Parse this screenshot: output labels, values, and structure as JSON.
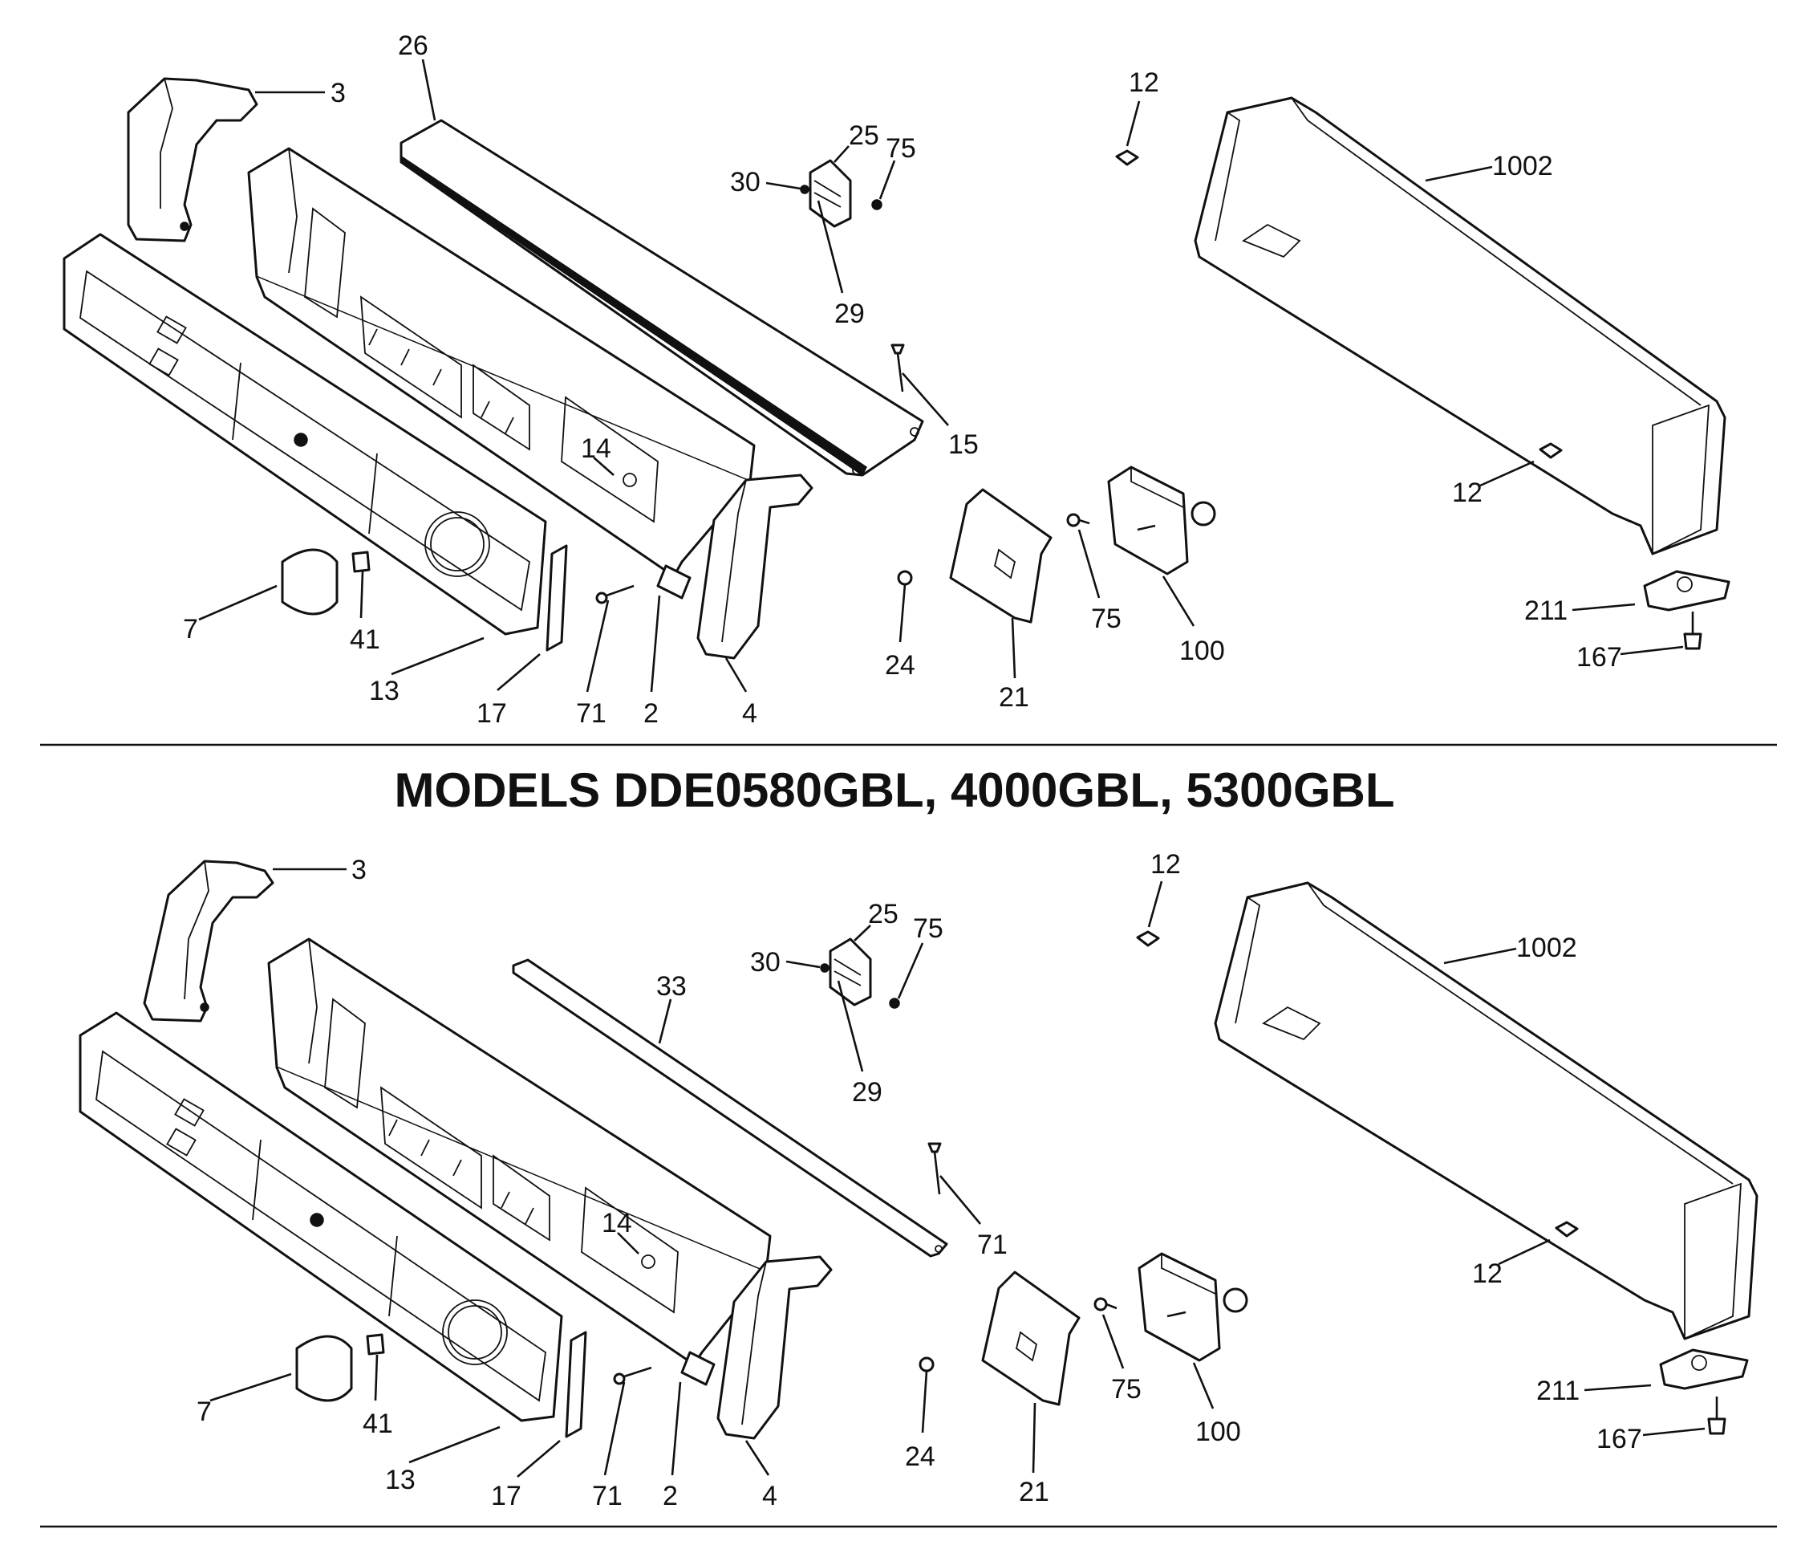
{
  "caption": "MODELS DDE0580GBL, 4000GBL, 5300GBL",
  "top_panel": {
    "labels": {
      "l3": "3",
      "l26": "26",
      "l25": "25",
      "l75a": "75",
      "l30": "30",
      "l29": "29",
      "l12a": "12",
      "l1002": "1002",
      "l15": "15",
      "l14": "14",
      "l12b": "12",
      "l75b": "75",
      "l100": "100",
      "l21": "21",
      "l24": "24",
      "l211": "211",
      "l167": "167",
      "l7": "7",
      "l41": "41",
      "l13": "13",
      "l17": "17",
      "l71": "71",
      "l2": "2",
      "l4": "4"
    }
  },
  "bottom_panel": {
    "labels": {
      "l3": "3",
      "l33": "33",
      "l25": "25",
      "l75a": "75",
      "l30": "30",
      "l29": "29",
      "l12a": "12",
      "l1002": "1002",
      "l71a": "71",
      "l14": "14",
      "l12b": "12",
      "l75b": "75",
      "l100": "100",
      "l21": "21",
      "l24": "24",
      "l211": "211",
      "l167": "167",
      "l7": "7",
      "l41": "41",
      "l13": "13",
      "l17": "17",
      "l71b": "71",
      "l2": "2",
      "l4": "4"
    }
  }
}
